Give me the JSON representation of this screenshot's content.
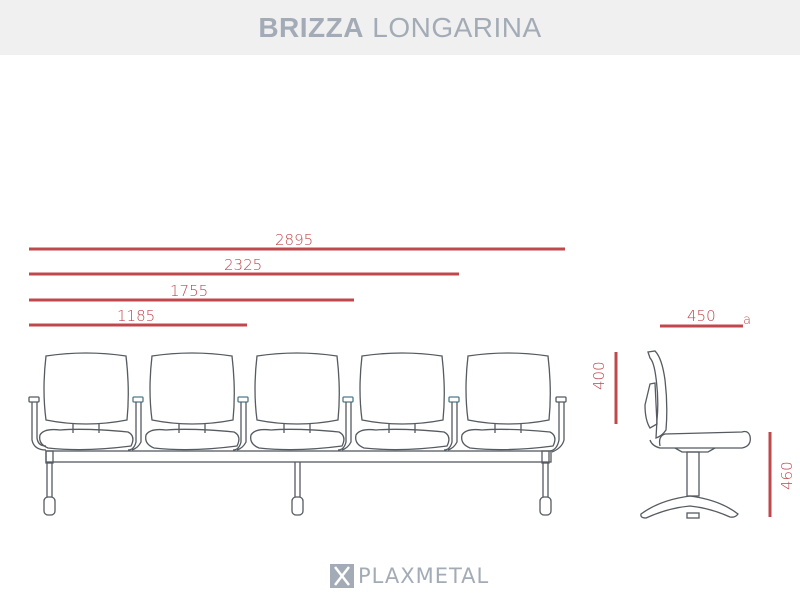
{
  "header": {
    "title_bold": "BRIZZA",
    "title_light": "LONGARINA"
  },
  "dimensions": {
    "widths": [
      {
        "label": "2895",
        "seats": 5
      },
      {
        "label": "2325",
        "seats": 4
      },
      {
        "label": "1755",
        "seats": 3
      },
      {
        "label": "1185",
        "seats": 2
      }
    ],
    "depth": {
      "label": "450",
      "suffix": "a"
    },
    "backrest_height": {
      "label": "400"
    },
    "seat_height": {
      "label": "460"
    }
  },
  "colors": {
    "dimension_line": "#c0474c",
    "drawing_line": "#555b61",
    "header_bg": "#f0f0f0",
    "header_text": "#a3acb6"
  },
  "logo": {
    "text": "PLAXMETAL"
  }
}
